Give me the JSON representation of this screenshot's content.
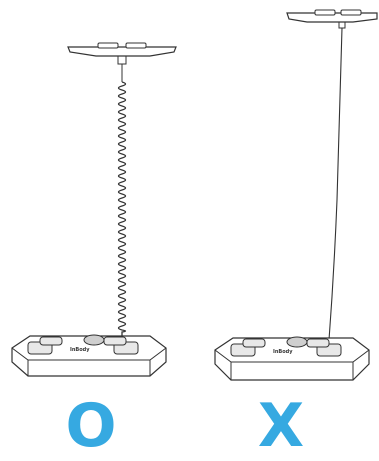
{
  "correct": {
    "mark": "O",
    "brand": "InBody"
  },
  "incorrect": {
    "mark": "X",
    "brand": "InBody"
  },
  "colors": {
    "accent": "#36a9e1",
    "line": "#333333",
    "fill": "#ffffff",
    "pad": "#e8e8e8",
    "screen": "#cfcfcf"
  }
}
